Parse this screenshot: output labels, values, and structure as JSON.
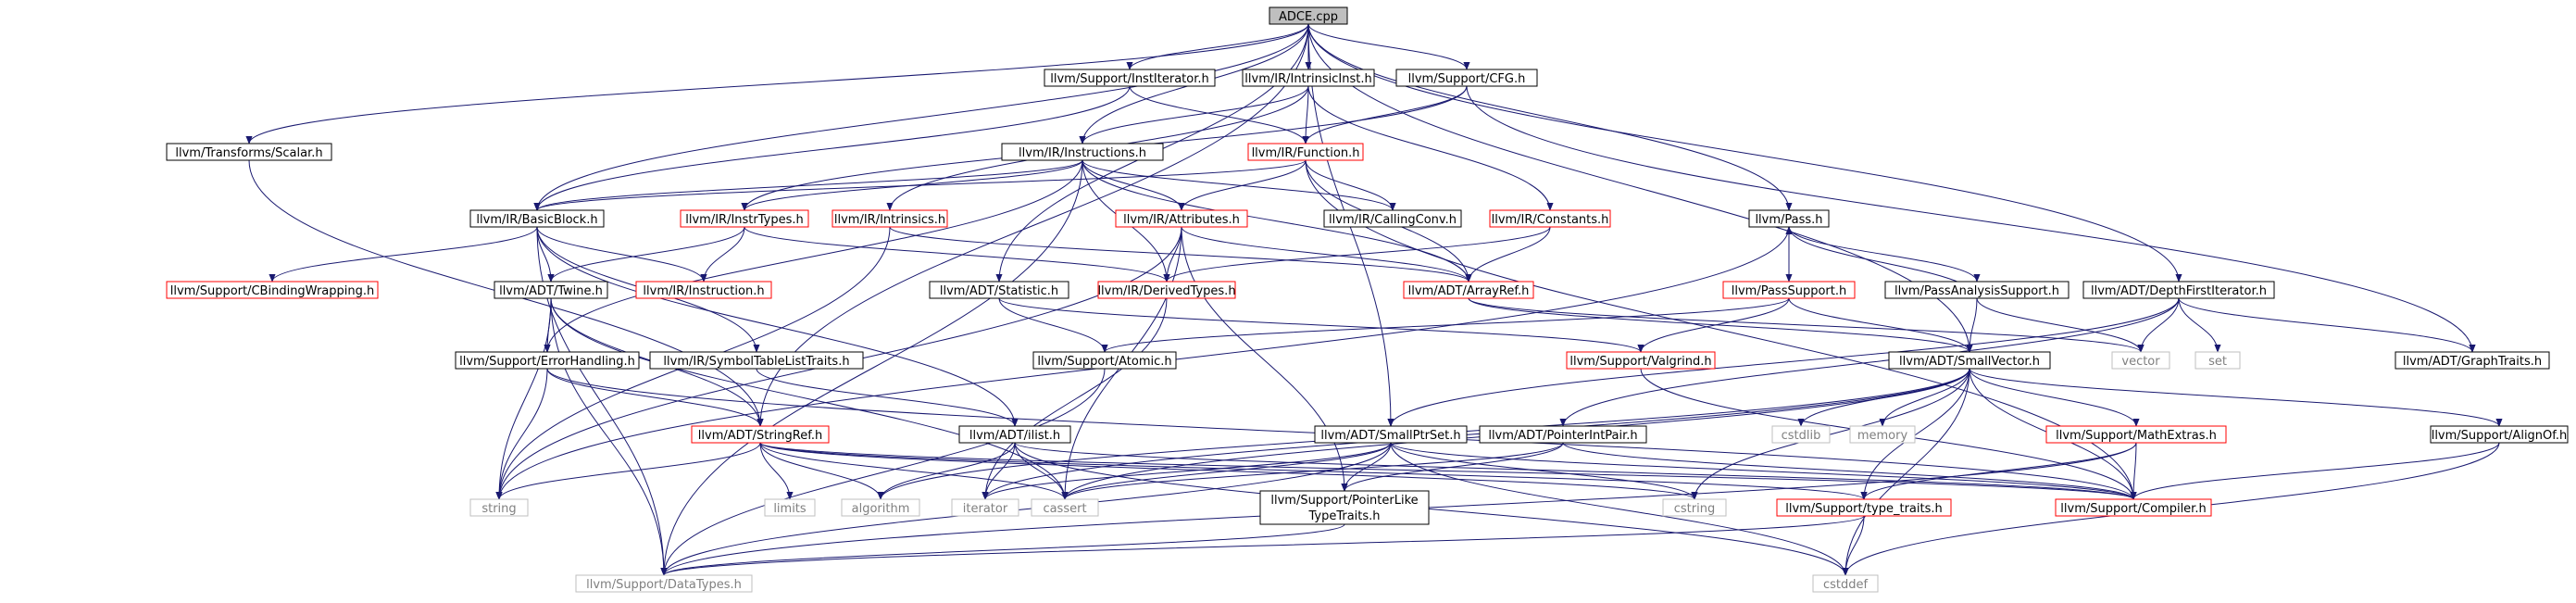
{
  "colors": {
    "edge": "#191970",
    "box_black": "#000000",
    "box_red": "#ff0000",
    "box_gray": "#bfbfbf",
    "root_fill": "#bfbfbf",
    "text": "#000000",
    "text_gray": "#808080"
  },
  "nodes": {
    "adce": "ADCE.cpp",
    "institerator": "llvm/Support/InstIterator.h",
    "intrinsicinst": "llvm/IR/IntrinsicInst.h",
    "cfg": "llvm/Support/CFG.h",
    "scalar": "llvm/Transforms/Scalar.h",
    "instructions": "llvm/IR/Instructions.h",
    "function": "llvm/IR/Function.h",
    "basicblock": "llvm/IR/BasicBlock.h",
    "instrtypes": "llvm/IR/InstrTypes.h",
    "intrinsics": "llvm/IR/Intrinsics.h",
    "attributes": "llvm/IR/Attributes.h",
    "callingconv": "llvm/IR/CallingConv.h",
    "constants": "llvm/IR/Constants.h",
    "pass": "llvm/Pass.h",
    "cbinding": "llvm/Support/CBindingWrapping.h",
    "instruction": "llvm/IR/Instruction.h",
    "twine": "llvm/ADT/Twine.h",
    "statistic": "llvm/ADT/Statistic.h",
    "derivedtypes": "llvm/IR/DerivedTypes.h",
    "arrayref": "llvm/ADT/ArrayRef.h",
    "passsupport": "llvm/PassSupport.h",
    "passanalysis": "llvm/PassAnalysisSupport.h",
    "dfiterator": "llvm/ADT/DepthFirstIterator.h",
    "errorhandling": "llvm/Support/ErrorHandling.h",
    "symtablelist": "llvm/IR/SymbolTableListTraits.h",
    "atomic": "llvm/Support/Atomic.h",
    "valgrind": "llvm/Support/Valgrind.h",
    "smallvector": "llvm/ADT/SmallVector.h",
    "vector": "vector",
    "set": "set",
    "graphtraits": "llvm/ADT/GraphTraits.h",
    "stringref": "llvm/ADT/StringRef.h",
    "ilist": "llvm/ADT/ilist.h",
    "smallptrset": "llvm/ADT/SmallPtrSet.h",
    "pointerintpair": "llvm/ADT/PointerIntPair.h",
    "cstdlib": "cstdlib",
    "memory": "memory",
    "mathextras": "llvm/Support/MathExtras.h",
    "alignof": "llvm/Support/AlignOf.h",
    "string": "string",
    "limits": "limits",
    "algorithm": "algorithm",
    "iterator": "iterator",
    "cassert": "cassert",
    "ptrliketypetraits_1": "llvm/Support/PointerLike",
    "ptrliketypetraits_2": "TypeTraits.h",
    "cstring": "cstring",
    "typetraits": "llvm/Support/type_traits.h",
    "compiler": "llvm/Support/Compiler.h",
    "datatypes": "llvm/Support/DataTypes.h",
    "cstddef": "cstddef"
  }
}
